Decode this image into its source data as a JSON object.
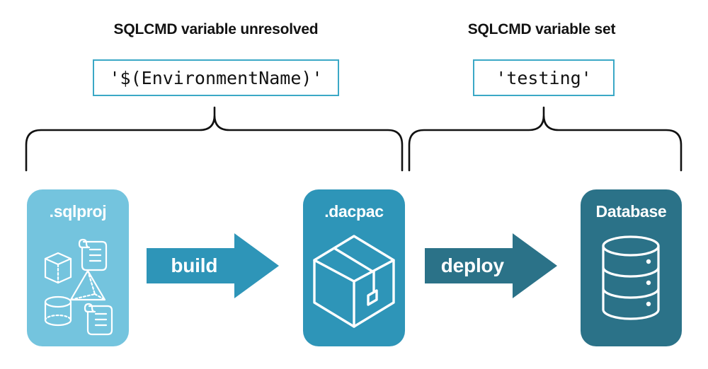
{
  "groups": [
    {
      "title": "SQLCMD variable unresolved",
      "value": "'$(EnvironmentName)'"
    },
    {
      "title": "SQLCMD variable set",
      "value": "'testing'"
    }
  ],
  "artifacts": [
    {
      "label": ".sqlproj",
      "color": "#74C4DE",
      "icons": [
        "cube-icon",
        "pyramid-icon",
        "cylinder-icon",
        "script-icon",
        "script-icon"
      ]
    },
    {
      "label": ".dacpac",
      "color": "#2E95B8",
      "icons": [
        "package-box-icon"
      ]
    },
    {
      "label": "Database",
      "color": "#2B7288",
      "icons": [
        "database-cylinder-icon"
      ]
    }
  ],
  "arrows": [
    {
      "label": "build",
      "color": "#2E95B8"
    },
    {
      "label": "deploy",
      "color": "#2B7288"
    }
  ],
  "colors": {
    "code_border": "#3BA8C6",
    "brace_stroke": "#111111",
    "background": "#ffffff",
    "text": "#121212"
  }
}
